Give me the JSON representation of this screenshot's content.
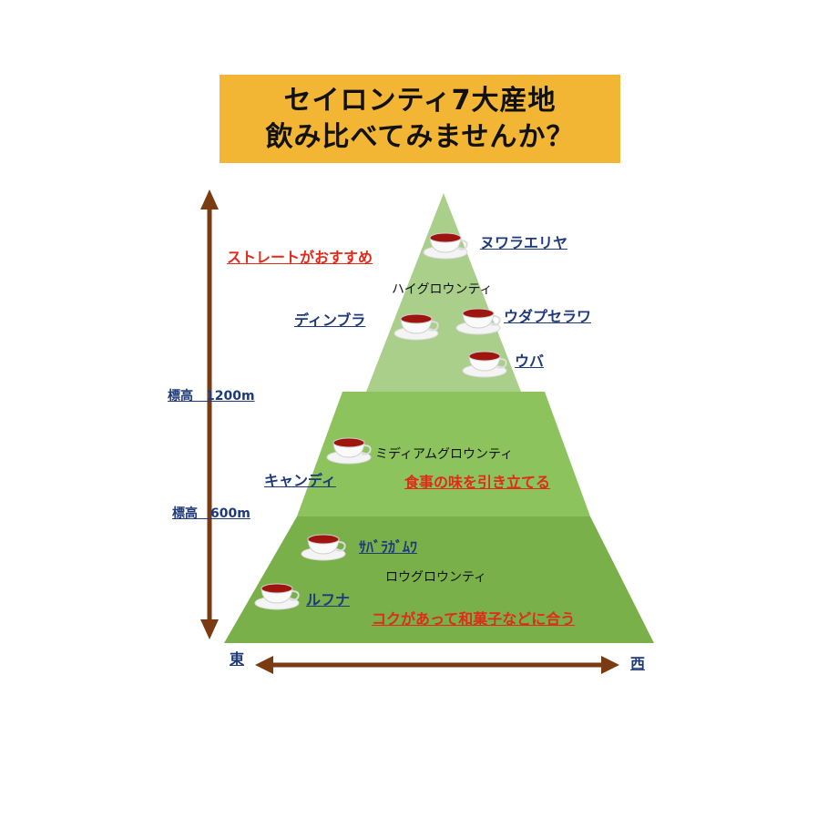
{
  "title": {
    "line1": "セイロンティ7大産地",
    "line2": "飲み比べてみませんか？"
  },
  "colors": {
    "title_bg": "#f2b534",
    "high_tier": "#a9cf8a",
    "medium_tier": "#8cc35c",
    "low_tier": "#79b04a",
    "arrow": "#7a3a12",
    "region_text": "#1f3a7a",
    "note_text": "#e02a1a"
  },
  "altitude_labels": {
    "high": "標高　1200m",
    "medium": "標高　600m"
  },
  "direction_labels": {
    "east": "東",
    "west": "西"
  },
  "tiers": {
    "high": {
      "name": "ハイグロウンティ",
      "note": "ストレートがおすすめ",
      "regions": [
        "ヌワラエリヤ",
        "ディンブラ",
        "ウダプセラワ",
        "ウバ"
      ]
    },
    "medium": {
      "name": "ミディアムグロウンティ",
      "note": "食事の味を引き立てる",
      "regions": [
        "キャンディ"
      ]
    },
    "low": {
      "name": "ロウグロウンティ",
      "note": "コクがあって和菓子などに合う",
      "regions": [
        "ｻﾊﾞﾗｶﾞﾑﾜ",
        "ルフナ"
      ]
    }
  },
  "icons": [
    "teacup-icon"
  ]
}
